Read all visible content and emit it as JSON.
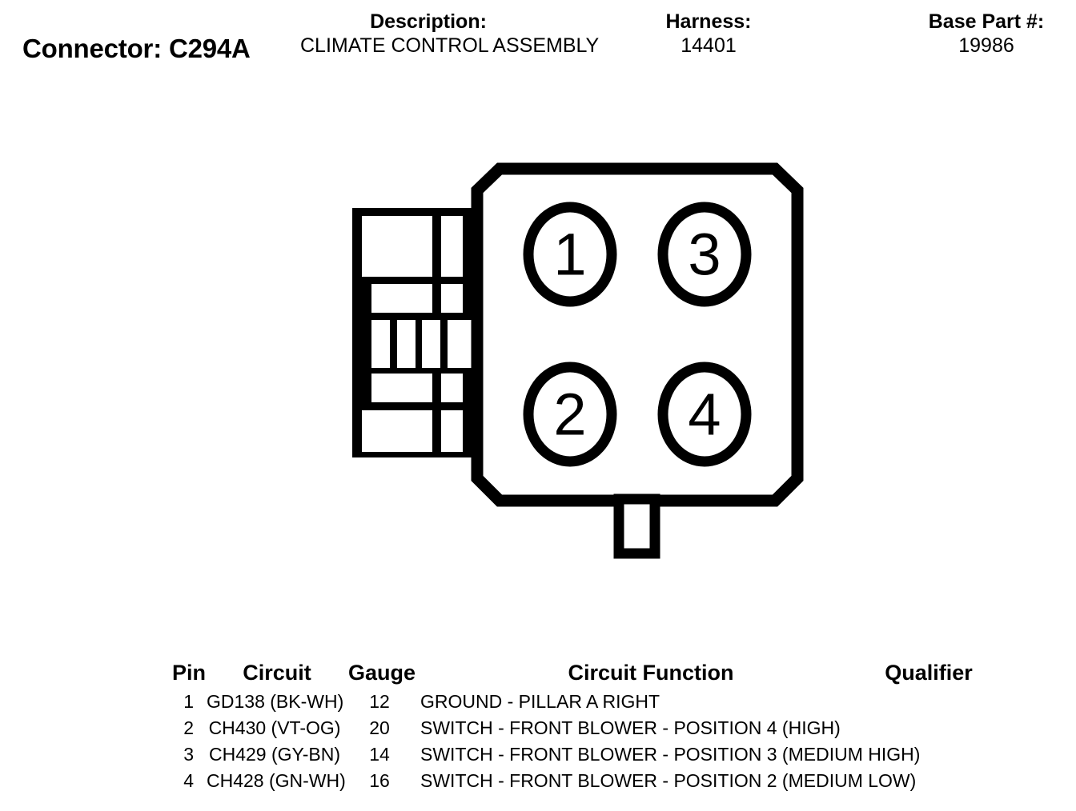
{
  "header": {
    "connector_title": "Connector: C294A",
    "description_label": "Description:",
    "description_value": "CLIMATE CONTROL ASSEMBLY",
    "harness_label": "Harness:",
    "harness_value": "14401",
    "base_part_label": "Base Part #:",
    "base_part_value": "19986"
  },
  "diagram": {
    "pin_labels": [
      "1",
      "3",
      "2",
      "4"
    ],
    "line_color": "#000000",
    "fill_color": "#ffffff"
  },
  "table": {
    "headers": {
      "pin": "Pin",
      "circuit": "Circuit",
      "gauge": "Gauge",
      "function": "Circuit Function",
      "qualifier": "Qualifier"
    },
    "rows": [
      {
        "pin": "1",
        "circuit": "GD138 (BK-WH)",
        "gauge": "12",
        "function": "GROUND - PILLAR A RIGHT",
        "qualifier": ""
      },
      {
        "pin": "2",
        "circuit": "CH430 (VT-OG)",
        "gauge": "20",
        "function": "SWITCH - FRONT BLOWER - POSITION 4 (HIGH)",
        "qualifier": ""
      },
      {
        "pin": "3",
        "circuit": "CH429 (GY-BN)",
        "gauge": "14",
        "function": "SWITCH - FRONT BLOWER - POSITION 3 (MEDIUM HIGH)",
        "qualifier": ""
      },
      {
        "pin": "4",
        "circuit": "CH428 (GN-WH)",
        "gauge": "16",
        "function": "SWITCH - FRONT BLOWER - POSITION 2 (MEDIUM LOW)",
        "qualifier": ""
      }
    ]
  }
}
